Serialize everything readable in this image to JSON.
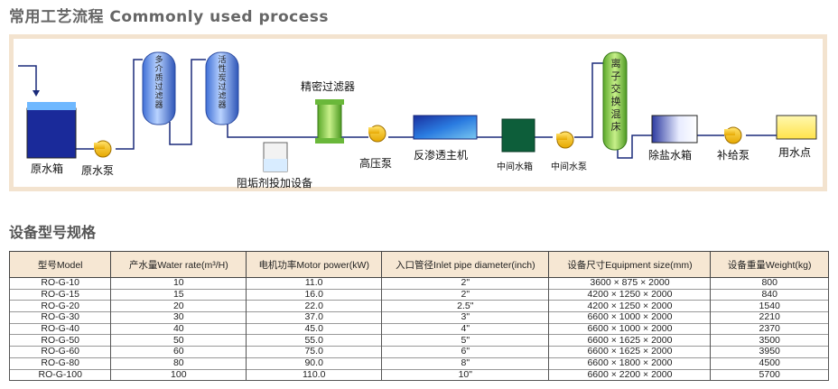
{
  "title": "常用工艺流程 Commonly used process",
  "diagram": {
    "raw_tank": "原水箱",
    "raw_pump": "原水泵",
    "multimedia_filter": "多介质过滤器",
    "carbon_filter": "活性炭过滤器",
    "antiscalant": "阻垢剂投加设备",
    "precision_filter": "精密过滤器",
    "hp_pump": "高压泵",
    "ro_unit": "反渗透主机",
    "mid_tank": "中间水箱",
    "mid_pump": "中间水泵",
    "mixed_bed": "离子交换混床",
    "desalted_tank": "除盐水箱",
    "booster_pump": "补给泵",
    "use_point": "用水点"
  },
  "section_title": "设备型号规格",
  "table": {
    "headers": [
      "型号Model",
      "产水量Water rate(m³/H)",
      "电机功率Motor power(kW)",
      "入口管径Inlet pipe diameter(inch)",
      "设备尺寸Equipment size(mm)",
      "设备重量Weight(kg)"
    ],
    "rows": [
      [
        "RO-G-10",
        "10",
        "11.0",
        "2\"",
        "3600 × 875 × 2000",
        "800"
      ],
      [
        "RO-G-15",
        "15",
        "16.0",
        "2\"",
        "4200 × 1250 × 2000",
        "840"
      ],
      [
        "RO-G-20",
        "20",
        "22.0",
        "2.5\"",
        "4200 × 1250 × 2000",
        "1540"
      ],
      [
        "RO-G-30",
        "30",
        "37.0",
        "3\"",
        "6600 × 1000 × 2000",
        "2210"
      ],
      [
        "RO-G-40",
        "40",
        "45.0",
        "4\"",
        "6600 × 1000 × 2000",
        "2370"
      ],
      [
        "RO-G-50",
        "50",
        "55.0",
        "5\"",
        "6600 × 1625 × 2000",
        "3500"
      ],
      [
        "RO-G-60",
        "60",
        "75.0",
        "6\"",
        "6600 × 1625 × 2000",
        "3950"
      ],
      [
        "RO-G-80",
        "80",
        "90.0",
        "8\"",
        "6600 × 1800 × 2000",
        "4500"
      ],
      [
        "RO-G-100",
        "100",
        "110.0",
        "10\"",
        "6600 × 2200 × 2000",
        "5700"
      ]
    ]
  }
}
